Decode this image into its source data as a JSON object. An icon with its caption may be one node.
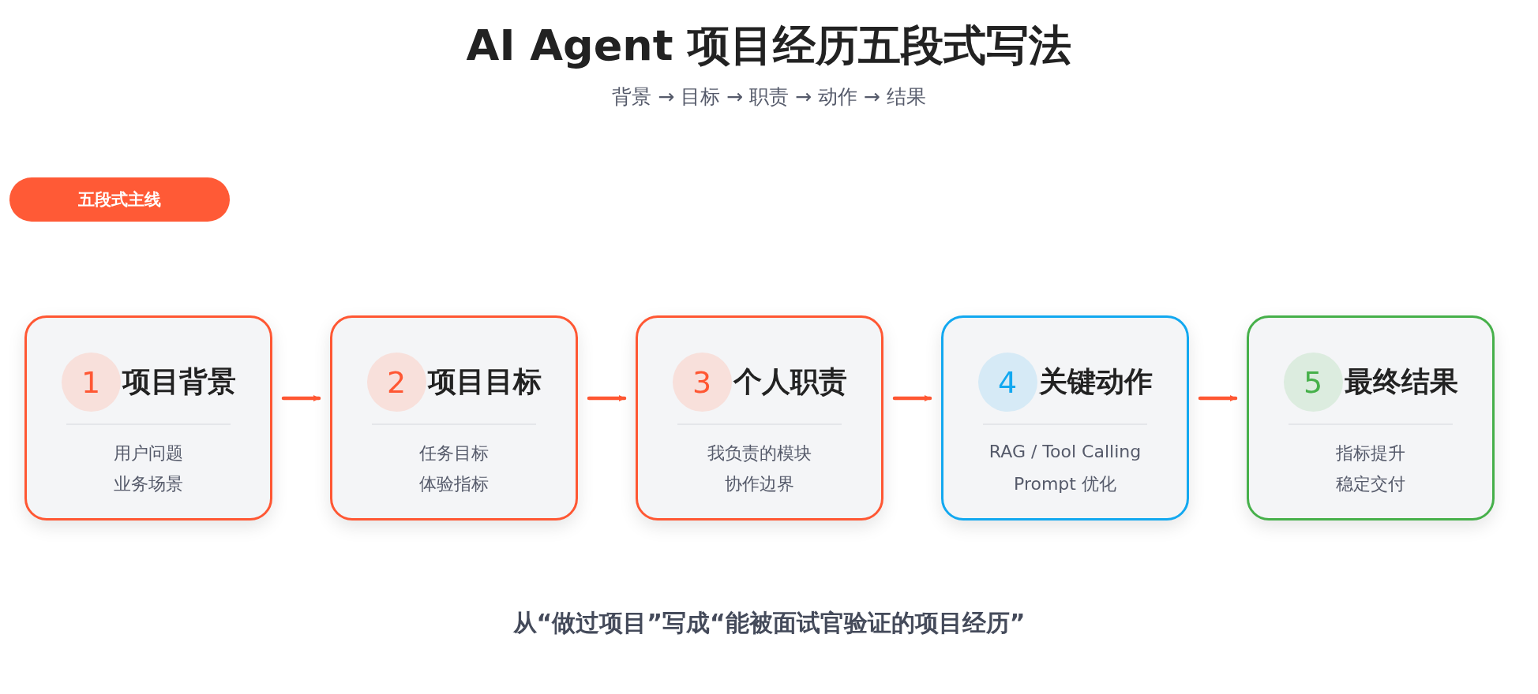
{
  "diagram": {
    "title": "AI Agent 项目经历五段式写法",
    "caption": "从“做过项目”写成“能被面试官验证的项目经历”",
    "nodes": [
      {
        "text": [
          "五段式主线"
        ]
      },
      {
        "text": [
          "1",
          "项目背景",
          "用户问题",
          "业务场景"
        ]
      },
      {
        "text": [
          "2",
          "项目目标",
          "任务目标",
          "体验指标"
        ]
      },
      {
        "text": [
          "3",
          "个人职责",
          "我负责的模块",
          "协作边界"
        ]
      },
      {
        "text": [
          "4",
          "关键动作",
          "RAG / Tool Calling",
          "Prompt 优化"
        ]
      },
      {
        "text": [
          "5",
          "最终结果",
          "指标提升",
          "稳定交付"
        ]
      }
    ],
    "edges": [
      {
        "from": 1,
        "to": 2,
        "arrow": "to"
      },
      {
        "from": 2,
        "to": 3,
        "arrow": "to"
      },
      {
        "from": 3,
        "to": 4,
        "arrow": "to"
      },
      {
        "from": 4,
        "to": 5,
        "arrow": "to"
      }
    ],
    "labels": [
      "背景 → 目标 → 职责 → 动作 → 结果"
    ]
  }
}
